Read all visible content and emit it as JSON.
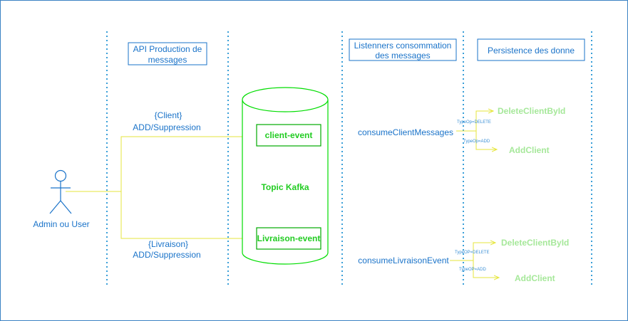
{
  "lanes": {
    "api": "API Production de messages",
    "api_line1": "API Production de",
    "api_line2": "messages",
    "listeners": "Listenners consommation des messages",
    "listeners_line1": "Listenners consommation",
    "listeners_line2": "des messages",
    "persistence": "Persistence des donne"
  },
  "actor": {
    "label": "Admin ou User"
  },
  "flows": {
    "client_line1": "{Client}",
    "client_line2": "ADD/Suppression",
    "livraison_line1": "{Livraison}",
    "livraison_line2": "ADD/Suppression"
  },
  "kafka": {
    "title": "Topic Kafka",
    "topic_client": "client-event",
    "topic_livraison": "Livraison-event"
  },
  "consumers": {
    "client": "consumeClientMessages",
    "livraison": "consumeLivraisonEvent"
  },
  "branches": {
    "client_delete_cond": "TypeOp=DELETE",
    "client_add_cond": "TypeOp=ADD",
    "livraison_delete_cond": "TypeOP=DELETE",
    "livraison_add_cond": "TypeOP=ADD"
  },
  "persistence_ops": {
    "client_delete": "DeleteClientById",
    "client_add": "AddClient",
    "livraison_delete": "DeleteClientById",
    "livraison_add": "AddClient"
  },
  "colors": {
    "lane_line": "#3a9fd8",
    "box_border": "#1a73c9",
    "text_blue": "#1a73c9",
    "kafka_green": "#00dd00",
    "arrow_yellow": "#e6e63c",
    "op_green": "#a6e89a"
  }
}
